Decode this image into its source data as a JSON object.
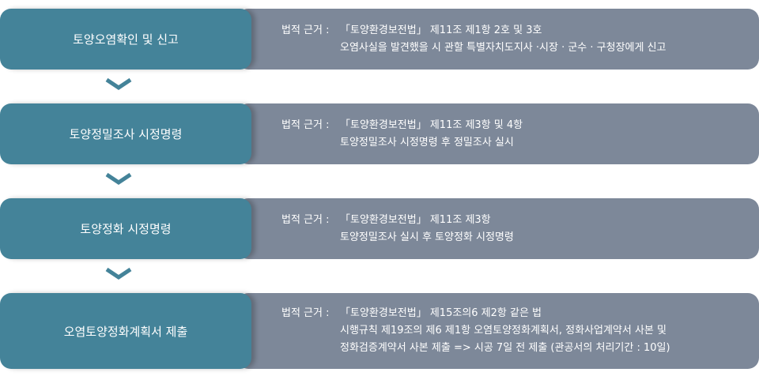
{
  "steps": [
    {
      "title": "토양오염확인 및 신고",
      "label": "법적 근거 :",
      "lines": [
        "「토양환경보전법」 제11조 제1항 2호 및 3호",
        "오염사실을 발견했을 시 관할 특별자치도지사 ·시장 · 군수 · 구청장에게 신고"
      ]
    },
    {
      "title": "토양정밀조사 시정명령",
      "label": "법적 근거 :",
      "lines": [
        "「토양환경보전법」 제11조 제3항 및 4항",
        "토양정밀조사 시정명령 후 정밀조사 실시"
      ]
    },
    {
      "title": "토양정화 시정명령",
      "label": "법적 근거 :",
      "lines": [
        "「토양환경보전법」 제11조 제3항",
        "토양정밀조사 실시 후 토양정화 시정명령"
      ]
    },
    {
      "title": "오염토양정화계획서 제출",
      "label": "법적 근거 :",
      "lines": [
        "「토양환경보전법」 제15조의6 제2항 같은 법",
        "시행규칙 제19조의 제6 제1항 오염토양정화계획서, 정화사업계약서 사본 및",
        "정화검증계약서 사본 제출 => 시공 7일 전 제출 (관공서의 처리기간 : 10일)"
      ]
    }
  ],
  "colors": {
    "stage": "#448399",
    "detail": "#7d8899",
    "arrow": "#448399"
  }
}
